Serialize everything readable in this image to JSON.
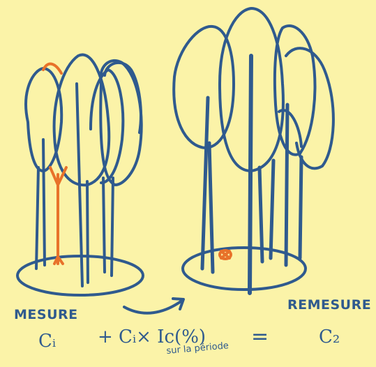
{
  "labels": {
    "mesure": "MESURE",
    "remesure": "REMESURE",
    "c_i": "Cᵢ",
    "formula": "+ Cᵢ× Ic(%)",
    "equals": "=",
    "c_2": "C₂",
    "period": "sur la période"
  },
  "colors": {
    "background": "#fbf3a8",
    "ink": "#2f5a8e",
    "highlight": "#e8722a"
  }
}
